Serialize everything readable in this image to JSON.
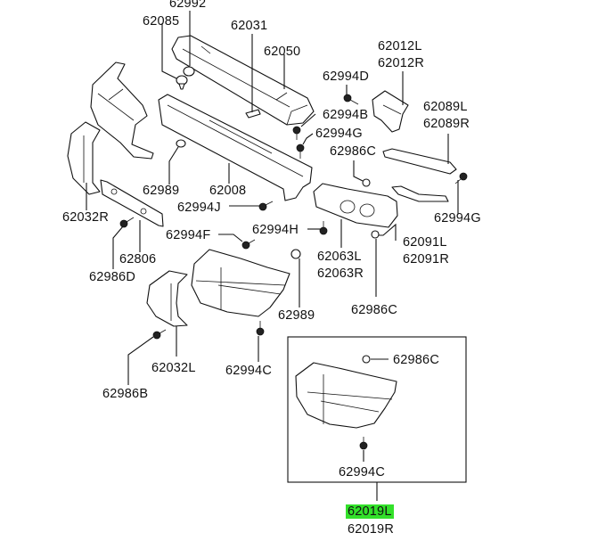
{
  "diagram": {
    "title": "Front bumper parts diagram",
    "highlight_color": "#33e12a",
    "labels": {
      "l62992": "62992",
      "l62085": "62085",
      "l62031": "62031",
      "l62050": "62050",
      "l62012L": "62012L",
      "l62012R": "62012R",
      "l62994D": "62994D",
      "l62994B": "62994B",
      "l62994G_top": "62994G",
      "l62089L": "62089L",
      "l62089R": "62089R",
      "l62986C_top": "62986C",
      "l62989_left": "62989",
      "l62008": "62008",
      "l62994J": "62994J",
      "l62032R": "62032R",
      "l62806": "62806",
      "l62986D": "62986D",
      "l62994F": "62994F",
      "l62994H": "62994H",
      "l62063L": "62063L",
      "l62063R": "62063R",
      "l62091L": "62091L",
      "l62091R": "62091R",
      "l62994G_right": "62994G",
      "l62989_mid": "62989",
      "l62986C_mid": "62986C",
      "l62032L": "62032L",
      "l62994C": "62994C",
      "l62986B": "62986B",
      "l62986C_box": "62986C",
      "l62994C_box": "62994C",
      "l62019L": "62019L",
      "l62019R": "62019R"
    },
    "highlighted_part": "62019L"
  }
}
